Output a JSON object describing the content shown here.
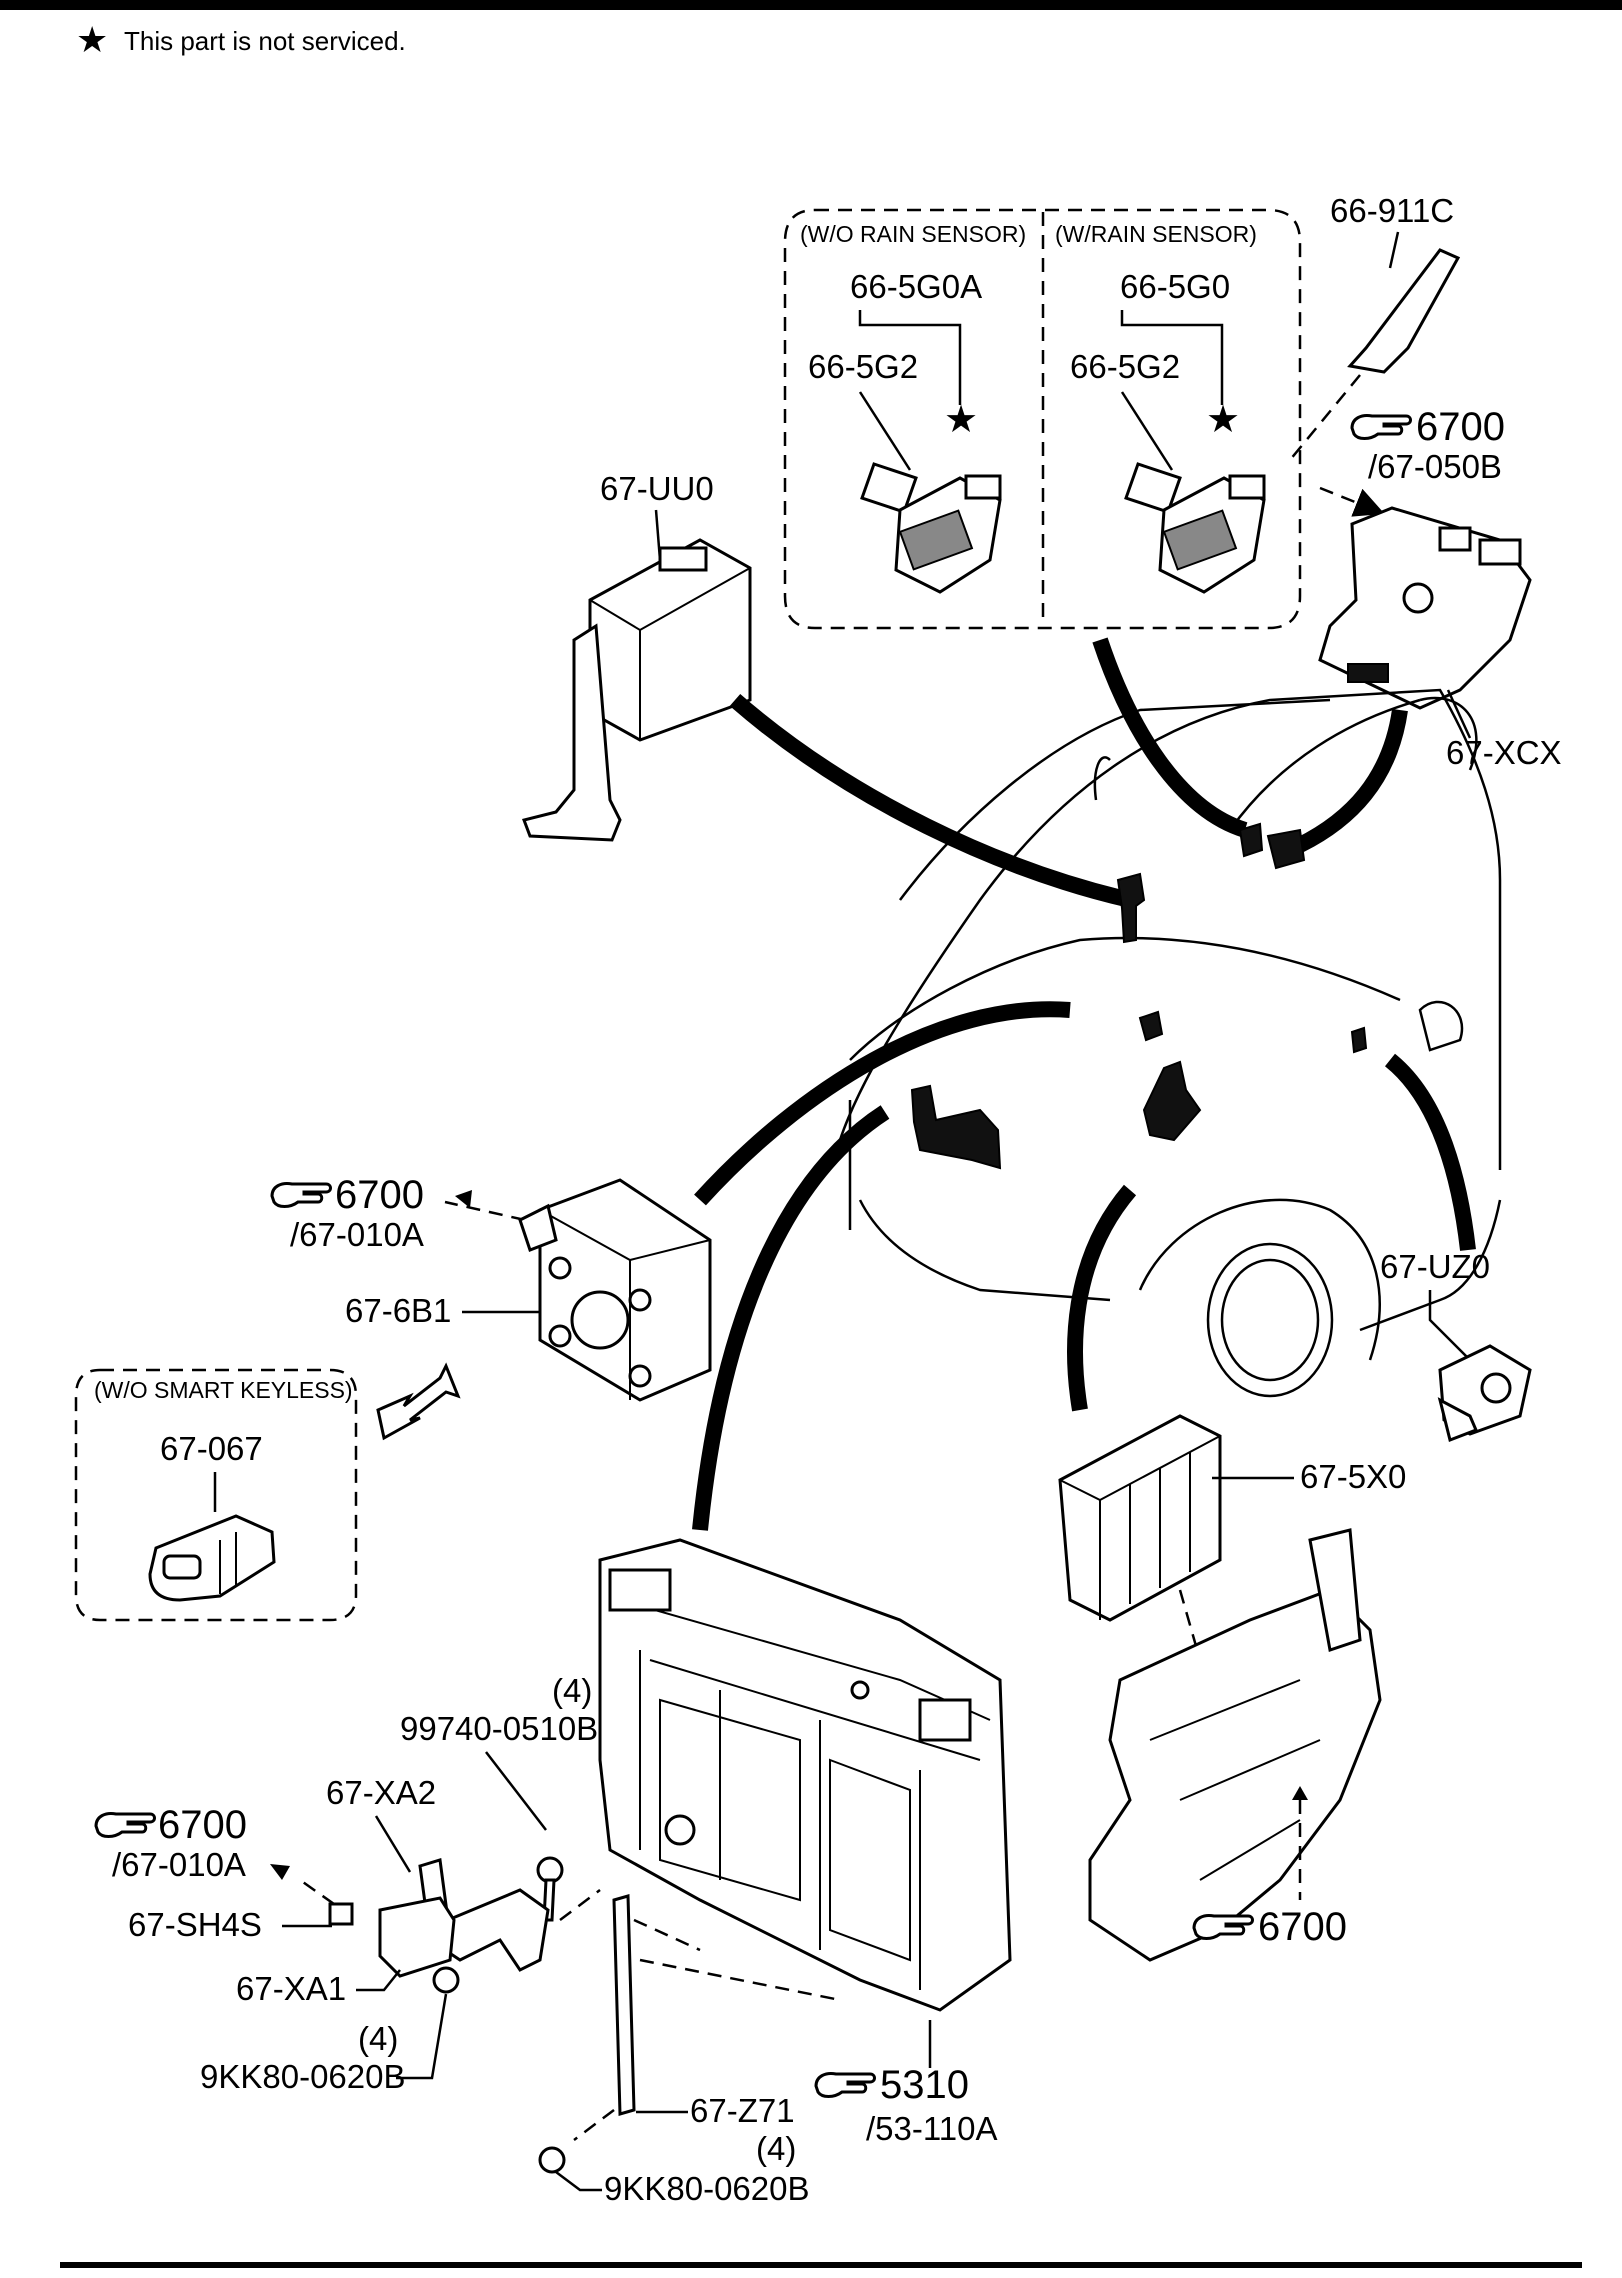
{
  "note": {
    "star": "★",
    "text": "This part is not serviced."
  },
  "labels": {
    "sensor_wo": "(W/O RAIN SENSOR)",
    "sensor_w": "(W/RAIN SENSOR)",
    "p_66_911C": "66-911C",
    "p_66_5G0A": "66-5G0A",
    "p_66_5G0": "66-5G0",
    "p_66_5G2_a": "66-5G2",
    "p_66_5G2_b": "66-5G2",
    "p_67_UU0": "67-UU0",
    "p_67_XCX": "67-XCX",
    "p_67_6B1": "67-6B1",
    "p_67_UZ0": "67-UZ0",
    "smart_keyless": "(W/O SMART KEYLESS)",
    "p_67_067": "67-067",
    "p_67_5X0": "67-5X0",
    "p_99740": "99740-0510B",
    "qty_99740": "(4)",
    "p_67_XA2": "67-XA2",
    "p_67_SH4S": "67-SH4S",
    "p_67_XA1": "67-XA1",
    "qty_9KK_a": "(4)",
    "p_9KK_a": "9KK80-0620B",
    "p_67_Z71": "67-Z71",
    "qty_9KK_b": "(4)",
    "p_9KK_b": "9KK80-0620B"
  },
  "refs": {
    "r1": {
      "num": "6700",
      "sub": "/67-050B"
    },
    "r2": {
      "num": "6700",
      "sub": "/67-010A"
    },
    "r3": {
      "num": "6700",
      "sub": "/67-010A"
    },
    "r4": {
      "num": "6700"
    },
    "r5": {
      "num": "5310",
      "sub": "/53-110A"
    }
  },
  "icons": {
    "reference": "pointing-hand-icon",
    "not_serviced": "star-icon"
  }
}
